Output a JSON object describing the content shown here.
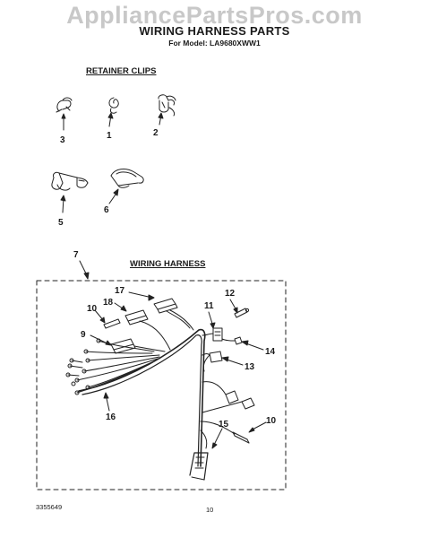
{
  "watermark": "AppliancePartsPros.com",
  "title": "WIRING HARNESS PARTS",
  "subtitle": "For Model: LA9680XWW1",
  "retainer_clips": {
    "heading": "RETAINER CLIPS",
    "callouts": [
      "3",
      "1",
      "2",
      "5",
      "6"
    ]
  },
  "wiring_harness": {
    "box_callout": "7",
    "heading": "WIRING HARNESS",
    "callouts": [
      "17",
      "12",
      "18",
      "10",
      "11",
      "9",
      "14",
      "13",
      "16",
      "15",
      "10"
    ]
  },
  "footer": {
    "doc_number": "3355649",
    "page_number": "10"
  }
}
